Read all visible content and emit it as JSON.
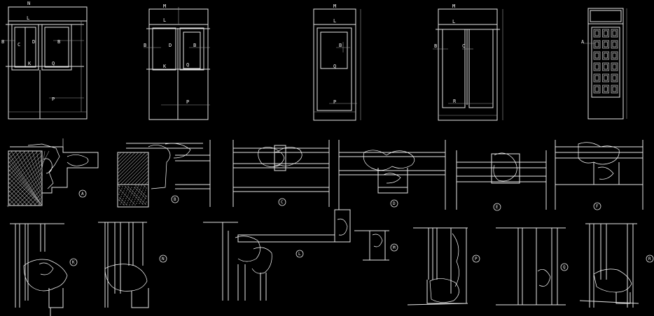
{
  "elevations": [
    {
      "id": "elevation-1",
      "labels": [
        "N",
        "L",
        "B",
        "C",
        "D",
        "B",
        "K",
        "Q",
        "P"
      ]
    },
    {
      "id": "elevation-2",
      "labels": [
        "M",
        "L",
        "B",
        "D",
        "B",
        "K",
        "Q",
        "P"
      ]
    },
    {
      "id": "elevation-3",
      "labels": [
        "M",
        "L",
        "B",
        "Q",
        "P"
      ]
    },
    {
      "id": "elevation-4",
      "labels": [
        "M",
        "L",
        "B",
        "C",
        "R"
      ]
    },
    {
      "id": "elevation-5",
      "labels": [
        "A"
      ]
    }
  ],
  "section_row_1": [
    "A",
    "B",
    "C",
    "D",
    "E",
    "F"
  ],
  "section_row_2": [
    "K",
    "N",
    "L",
    "M",
    "P",
    "Q",
    "R"
  ]
}
